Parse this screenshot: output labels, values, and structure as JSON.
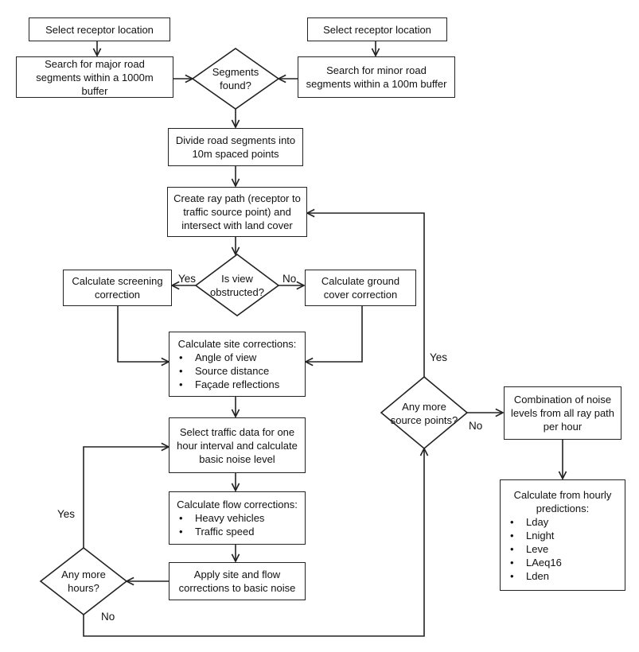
{
  "boxes": {
    "select_left": "Select receptor location",
    "select_right": "Select receptor location",
    "search_major": "Search for major road segments within a 1000m buffer",
    "search_minor": "Search for minor road segments within a 100m buffer",
    "divide": "Divide road segments into 10m spaced points",
    "ray_path": "Create ray path (receptor to traffic source point) and intersect with land cover",
    "screening": "Calculate screening correction",
    "ground": "Calculate ground cover correction",
    "site_title": "Calculate  site corrections:",
    "site_items": [
      "Angle of view",
      "Source distance",
      "Façade reflections"
    ],
    "traffic": "Select traffic data for one hour interval and calculate basic noise level",
    "flow_title": "Calculate flow corrections:",
    "flow_items": [
      "Heavy vehicles",
      "Traffic speed"
    ],
    "apply": "Apply site and flow corrections to basic noise",
    "combination": "Combination of noise levels  from all ray path per hour",
    "hourly_title": "Calculate from hourly predictions:",
    "hourly_items": [
      "Lday",
      "Lnight",
      "Leve",
      "LAeq16",
      "Lden"
    ]
  },
  "decisions": {
    "segments": "Segments found?",
    "view": "Is view obstructed?",
    "source": "Any more source points?",
    "hours": "Any more hours?"
  },
  "edge_labels": {
    "view_yes": "Yes",
    "view_no": "No",
    "source_yes": "Yes",
    "source_no": "No",
    "hours_yes": "Yes",
    "hours_no": "No"
  }
}
